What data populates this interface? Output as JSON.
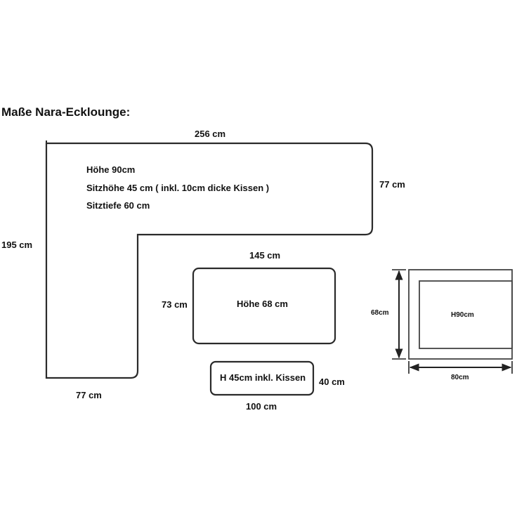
{
  "title": "Maße Nara-Ecklounge:",
  "lounge": {
    "width_top": "256 cm",
    "depth_right": "77 cm",
    "height_left": "195 cm",
    "width_bottom": "77 cm",
    "specs": [
      "Höhe 90cm",
      "Sitzhöhe 45 cm ( inkl. 10cm dicke Kissen )",
      "Sitztiefe 60 cm"
    ]
  },
  "table": {
    "width": "145 cm",
    "depth": "73 cm",
    "height": "Höhe 68 cm"
  },
  "footstool": {
    "height": "H 45cm inkl. Kissen",
    "depth": "40 cm",
    "width": "100 cm"
  },
  "chair": {
    "depth": "68cm",
    "height": "H90cm",
    "width": "80cm"
  }
}
